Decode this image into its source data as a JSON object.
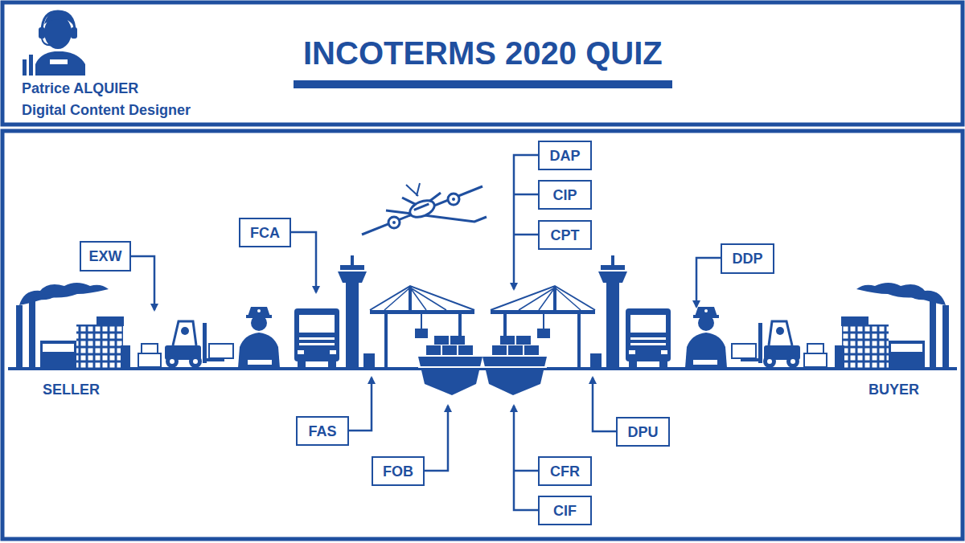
{
  "diagram": {
    "title": "INCOTERMS 2020 QUIZ",
    "nodes": [
      {
        "text": [
          "EXW"
        ]
      },
      {
        "text": [
          "FCA"
        ]
      },
      {
        "text": [
          "DAP"
        ]
      },
      {
        "text": [
          "CIP"
        ]
      },
      {
        "text": [
          "CPT"
        ]
      },
      {
        "text": [
          "DDP"
        ]
      },
      {
        "text": [
          "FAS"
        ]
      },
      {
        "text": [
          "FOB"
        ]
      },
      {
        "text": [
          "DPU"
        ]
      },
      {
        "text": [
          "CFR"
        ]
      },
      {
        "text": [
          "CIF"
        ]
      }
    ],
    "labels": [
      "Patrice ALQUIER",
      "Digital Content Designer",
      "SELLER",
      "BUYER"
    ]
  }
}
